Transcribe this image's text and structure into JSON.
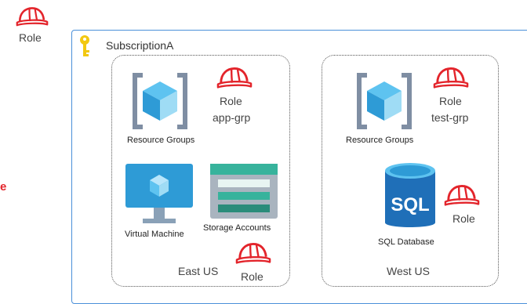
{
  "top_role": {
    "label": "Role"
  },
  "left_accent": {
    "text": "e"
  },
  "subscription": {
    "label": "SubscriptionA"
  },
  "east": {
    "region_label": "East US",
    "rg_label": "Resource Groups",
    "role_label": "Role",
    "rg_name": "app-grp",
    "vm_label": "Virtual Machine",
    "storage_label": "Storage Accounts",
    "bottom_role": "Role"
  },
  "west": {
    "region_label": "West US",
    "rg_label": "Resource Groups",
    "role_label": "Role",
    "rg_name": "test-grp",
    "sql_label": "SQL Database",
    "sql_text": "SQL",
    "sql_role": "Role"
  },
  "colors": {
    "role_red": "#e3242b",
    "subscription_border": "#4a90d9",
    "key_yellow": "#f2c811",
    "cube_blue": "#2e9bd6",
    "bracket_gray": "#7f8ea3",
    "storage_green": "#37b39c"
  },
  "icons": {
    "role": "hard-hat-icon",
    "subscription": "key-icon",
    "resource_group": "resource-group-icon",
    "vm": "virtual-machine-icon",
    "storage": "storage-account-icon",
    "sql": "sql-database-icon"
  }
}
